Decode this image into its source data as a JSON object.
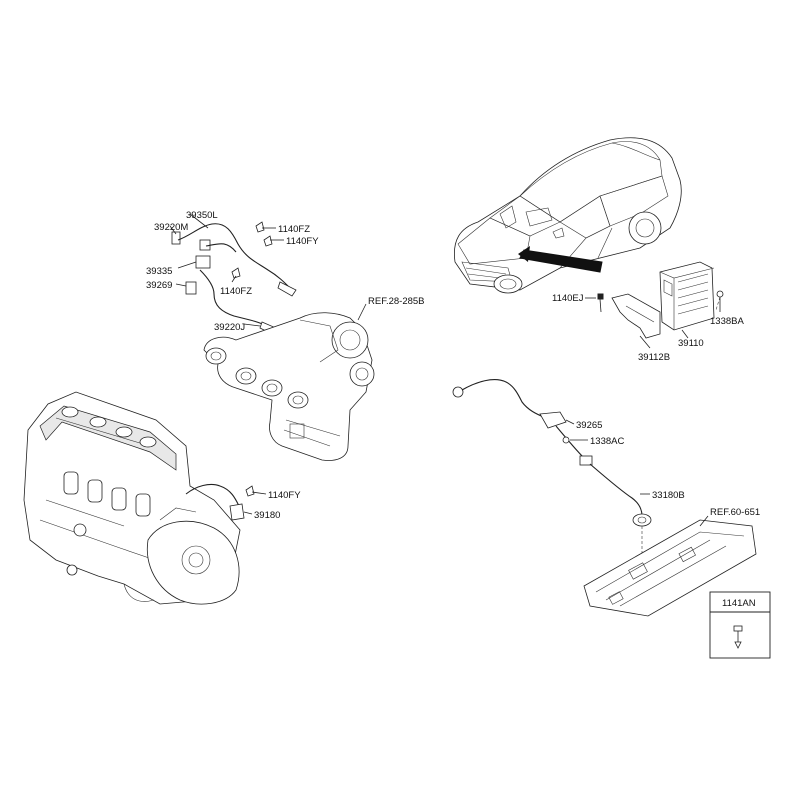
{
  "labels": {
    "p39350L": "39350L",
    "p39220M": "39220M",
    "p1140FZ_top": "1140FZ",
    "p1140FY_top": "1140FY",
    "p39335": "39335",
    "p39269": "39269",
    "p1140FZ_mid": "1140FZ",
    "p39220J": "39220J",
    "ref_28_285B": "REF.28-285B",
    "p1140FY_engine": "1140FY",
    "p39180": "39180",
    "p1140EJ": "1140EJ",
    "p1338BA": "1338BA",
    "p39110": "39110",
    "p39112B": "39112B",
    "p39265": "39265",
    "p1338AC": "1338AC",
    "p33180B": "33180B",
    "ref_60_651": "REF.60-651",
    "p1141AN": "1141AN"
  }
}
